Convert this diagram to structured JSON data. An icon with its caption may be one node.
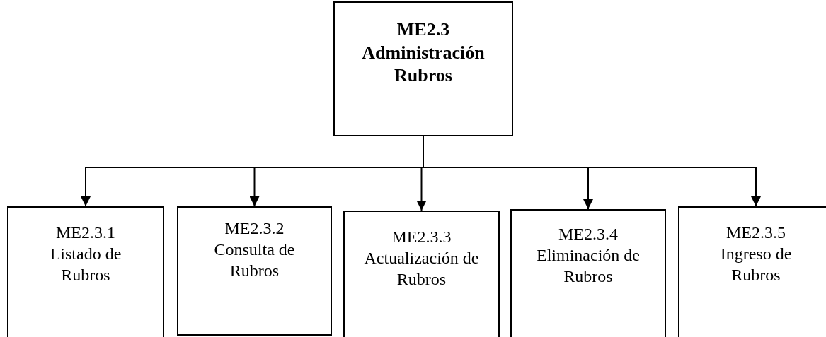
{
  "diagram": {
    "nodes": [
      {
        "text": [
          "ME2.3 Administración Rubros"
        ]
      },
      {
        "text": [
          "ME2.3.1 Listado de Rubros"
        ]
      },
      {
        "text": [
          "ME2.3.2 Consulta de Rubros"
        ]
      },
      {
        "text": [
          "ME2.3.3 Actualización de Rubros"
        ]
      },
      {
        "text": [
          "ME2.3.4 Eliminación de Rubros"
        ]
      },
      {
        "text": [
          "ME2.3.5 Ingreso de Rubros"
        ]
      }
    ],
    "edges": [
      {
        "from": 0,
        "to": 1,
        "arrow": "to"
      },
      {
        "from": 0,
        "to": 2,
        "arrow": "to"
      },
      {
        "from": 0,
        "to": 3,
        "arrow": "to"
      },
      {
        "from": 0,
        "to": 4,
        "arrow": "to"
      },
      {
        "from": 0,
        "to": 5,
        "arrow": "to"
      }
    ]
  }
}
